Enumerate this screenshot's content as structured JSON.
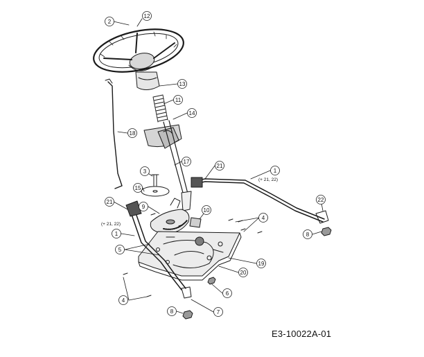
{
  "diagram": {
    "code": "E3-10022A-01",
    "callouts": [
      {
        "id": "c2",
        "label": "2"
      },
      {
        "id": "c12",
        "label": "12"
      },
      {
        "id": "c13",
        "label": "13"
      },
      {
        "id": "c11",
        "label": "11"
      },
      {
        "id": "c14",
        "label": "14"
      },
      {
        "id": "c18",
        "label": "18"
      },
      {
        "id": "c17",
        "label": "17"
      },
      {
        "id": "c21a",
        "label": "21"
      },
      {
        "id": "c1a",
        "label": "1"
      },
      {
        "id": "c3",
        "label": "3"
      },
      {
        "id": "c15",
        "label": "15"
      },
      {
        "id": "c21b",
        "label": "21"
      },
      {
        "id": "c9",
        "label": "9"
      },
      {
        "id": "c10",
        "label": "10"
      },
      {
        "id": "c22",
        "label": "22"
      },
      {
        "id": "c4a",
        "label": "4"
      },
      {
        "id": "c8a",
        "label": "8"
      },
      {
        "id": "c1b",
        "label": "1"
      },
      {
        "id": "c5",
        "label": "5"
      },
      {
        "id": "c19",
        "label": "19"
      },
      {
        "id": "c20",
        "label": "20"
      },
      {
        "id": "c6",
        "label": "6"
      },
      {
        "id": "c4b",
        "label": "4"
      },
      {
        "id": "c8b",
        "label": "8"
      },
      {
        "id": "c7",
        "label": "7"
      }
    ],
    "notes": [
      {
        "id": "n1",
        "text": "(+ 21, 22)"
      },
      {
        "id": "n2",
        "text": "(+ 21, 22)"
      }
    ]
  }
}
